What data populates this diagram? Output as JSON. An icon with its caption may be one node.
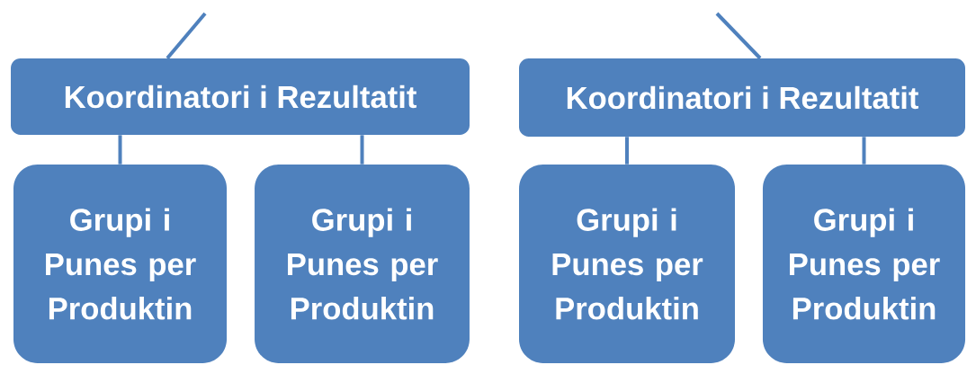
{
  "diagram": {
    "nodes": [
      {
        "text": [
          "Koordinatori i Rezultatit"
        ]
      },
      {
        "text": [
          "Grupi i Punes per Produktin"
        ]
      },
      {
        "text": [
          "Grupi i Punes per Produktin"
        ]
      },
      {
        "text": [
          "Koordinatori i Rezultatit"
        ]
      },
      {
        "text": [
          "Grupi i Punes per Produktin"
        ]
      },
      {
        "text": [
          "Grupi i Punes per Produktin"
        ]
      }
    ],
    "edges": [
      {
        "from": null,
        "to": 0,
        "arrow": "none"
      },
      {
        "from": 0,
        "to": 1,
        "arrow": "none"
      },
      {
        "from": 0,
        "to": 2,
        "arrow": "none"
      },
      {
        "from": null,
        "to": 3,
        "arrow": "none"
      },
      {
        "from": 3,
        "to": 4,
        "arrow": "none"
      },
      {
        "from": 3,
        "to": 5,
        "arrow": "none"
      }
    ]
  }
}
